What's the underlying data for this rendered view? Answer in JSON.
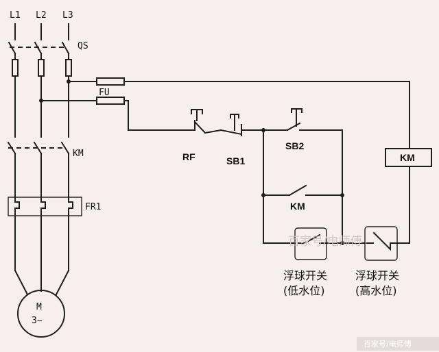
{
  "labels": {
    "l1": "L1",
    "l2": "L2",
    "l3": "L3",
    "qs": "QS",
    "fu": "FU",
    "km_main": "KM",
    "fr1": "FR1",
    "motor_m": "M",
    "motor_phase": "3~",
    "rf": "RF",
    "sb1": "SB1",
    "sb2": "SB2",
    "km_coil": "KM",
    "km_aux": "KM",
    "float_low_line1": "浮球开关",
    "float_low_line2": "(低水位)",
    "float_high_line1": "浮球开关",
    "float_high_line2": "(高水位)"
  },
  "watermark": {
    "center": "百家号/电师傅",
    "corner": "百家号/电师傅"
  },
  "colors": {
    "background": "#f6efee",
    "line": "#1e1e1e"
  }
}
